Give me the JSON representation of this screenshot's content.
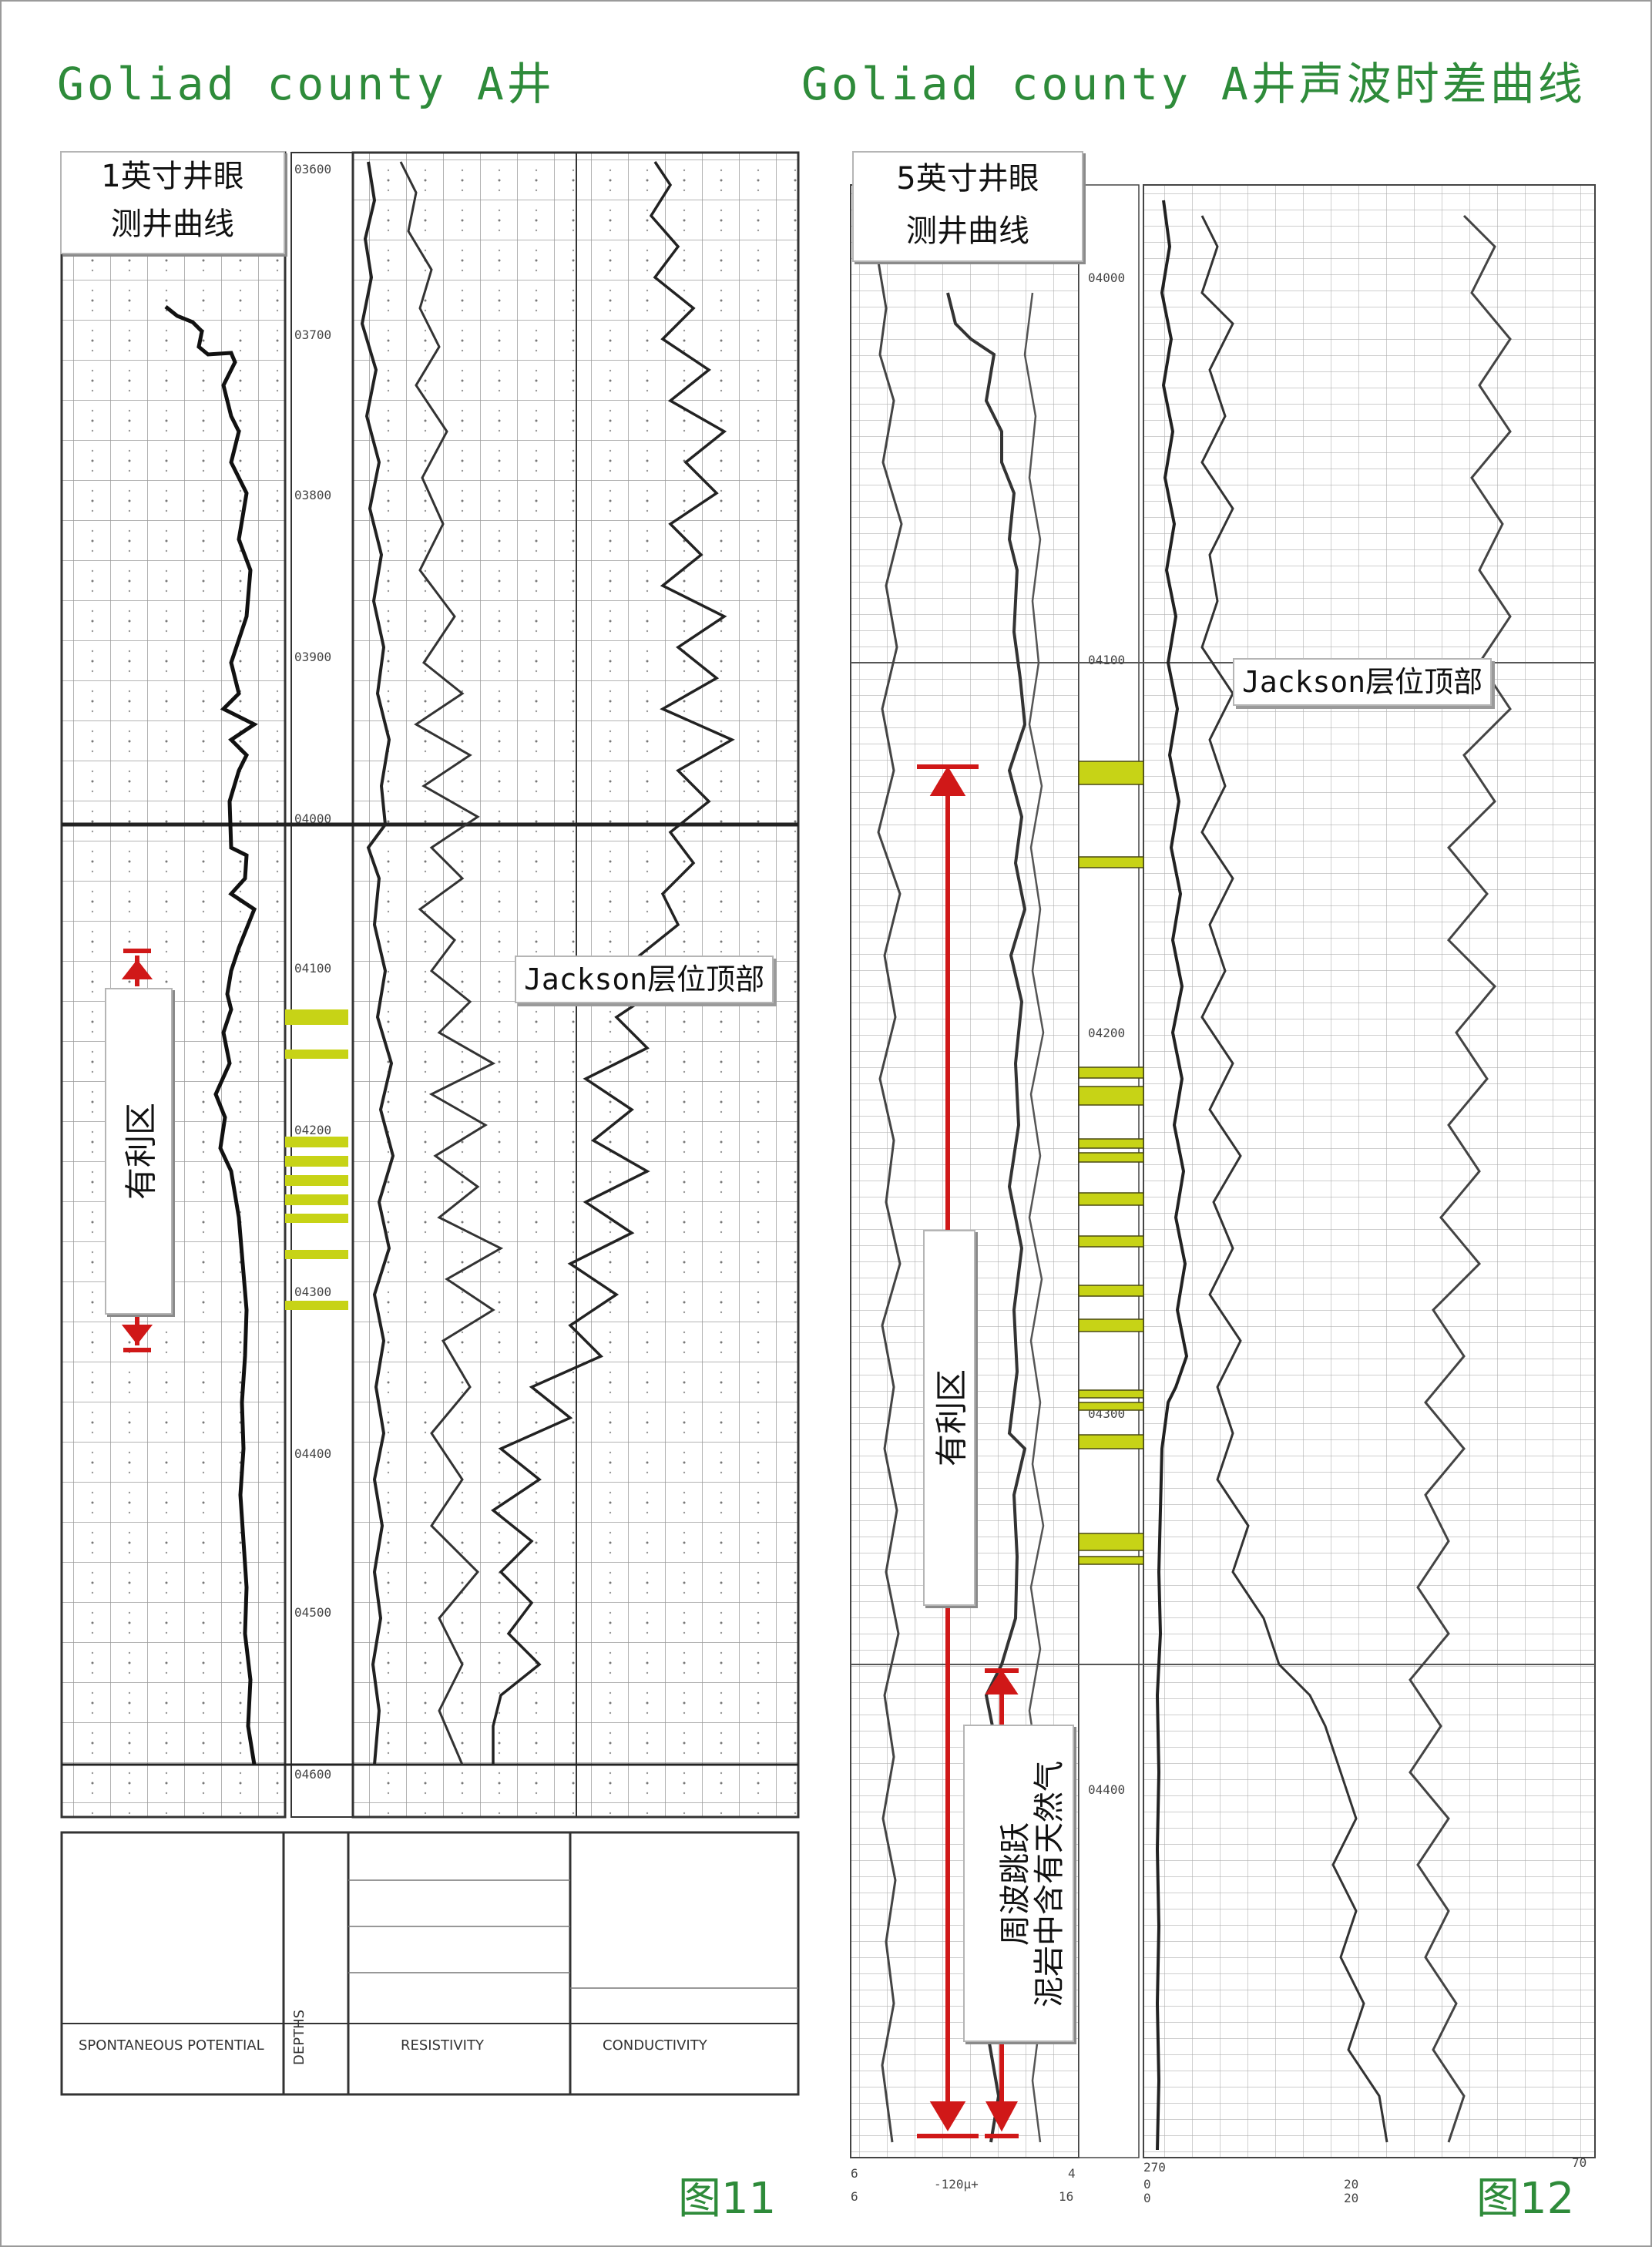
{
  "titles": {
    "fig11": "Goliad county A井",
    "fig12": "Goliad county A井声波时差曲线"
  },
  "fig11": {
    "scale_label": {
      "line1": "1英寸井眼",
      "line2": "测井曲线"
    },
    "jackson_label": "Jackson层位顶部",
    "favorable_zone": "有利区",
    "figure_number": "图11",
    "depth_ticks": [
      "03600",
      "03700",
      "03800",
      "03900",
      "04000",
      "04100",
      "04200",
      "04300",
      "04400",
      "04500",
      "04600"
    ],
    "footer": {
      "sp": "SPONTANEOUS POTENTIAL",
      "depth": "DEPTHS",
      "resistivity": "RESISTIVITY",
      "conductivity": "CONDUCTIVITY"
    }
  },
  "fig12": {
    "scale_label": {
      "line1": "5英寸井眼",
      "line2": "测井曲线"
    },
    "jackson_label": "Jackson层位顶部",
    "favorable_zone": "有利区",
    "cycle_skip": {
      "line1": "周波跳跃",
      "line2": "泥岩中含有天然气"
    },
    "figure_number": "图12",
    "depth_ticks": [
      "04000",
      "04100",
      "04200",
      "04300",
      "04400"
    ]
  },
  "colors": {
    "title_green": "#2e8b3a",
    "productive_band": "#c7d316",
    "arrow_red": "#d01818"
  }
}
